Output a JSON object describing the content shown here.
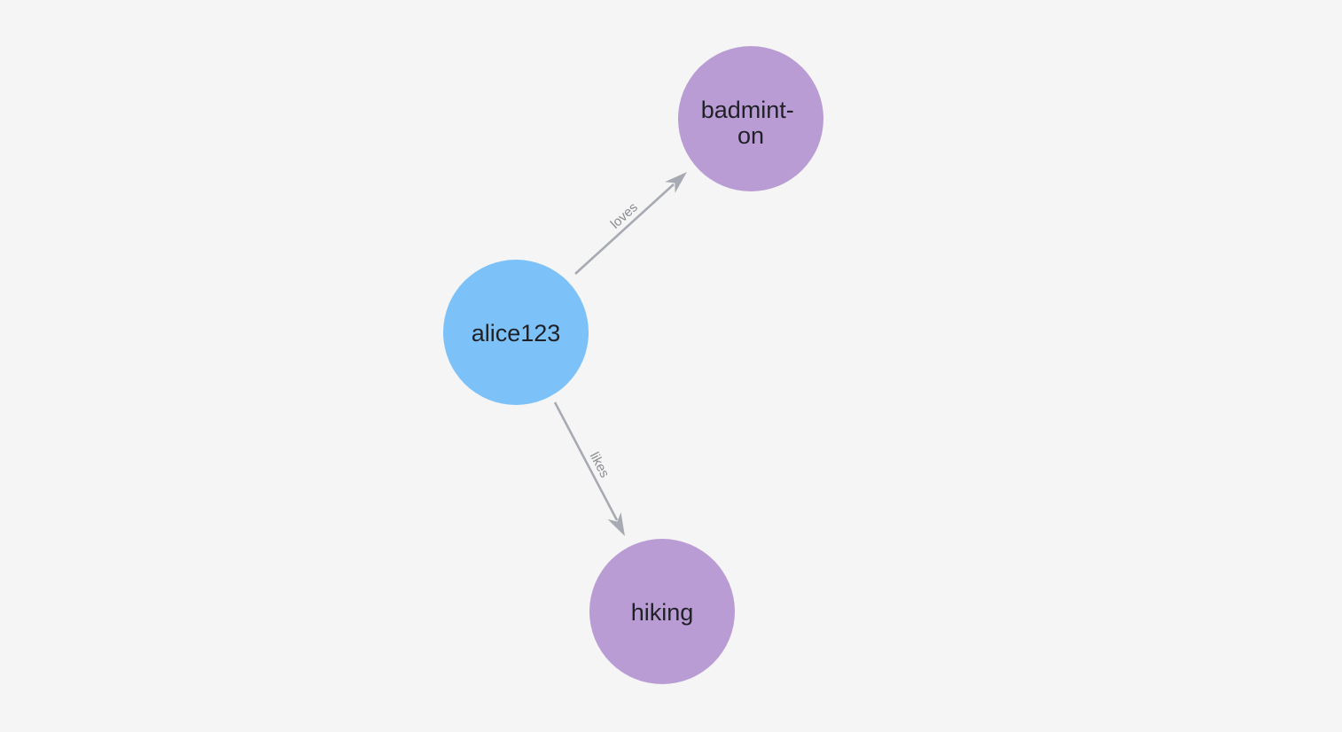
{
  "canvas": {
    "background_color": "#F4F5F4"
  },
  "graph": {
    "nodes": [
      {
        "id": "alice123",
        "label": "alice123",
        "fill": "#7CC1F8"
      },
      {
        "id": "badminton",
        "label": "badminton",
        "line1": "badmint-",
        "line2": "on",
        "fill": "#BA9CD5"
      },
      {
        "id": "hiking",
        "label": "hiking",
        "fill": "#BA9CD5"
      }
    ],
    "edges": [
      {
        "from": "alice123",
        "to": "badminton",
        "label": "loves"
      },
      {
        "from": "alice123",
        "to": "hiking",
        "label": "likes"
      }
    ],
    "edge_color": "#A7AAB2",
    "edge_label_color": "#8B8C91",
    "node_text_color": "#1F2126"
  }
}
